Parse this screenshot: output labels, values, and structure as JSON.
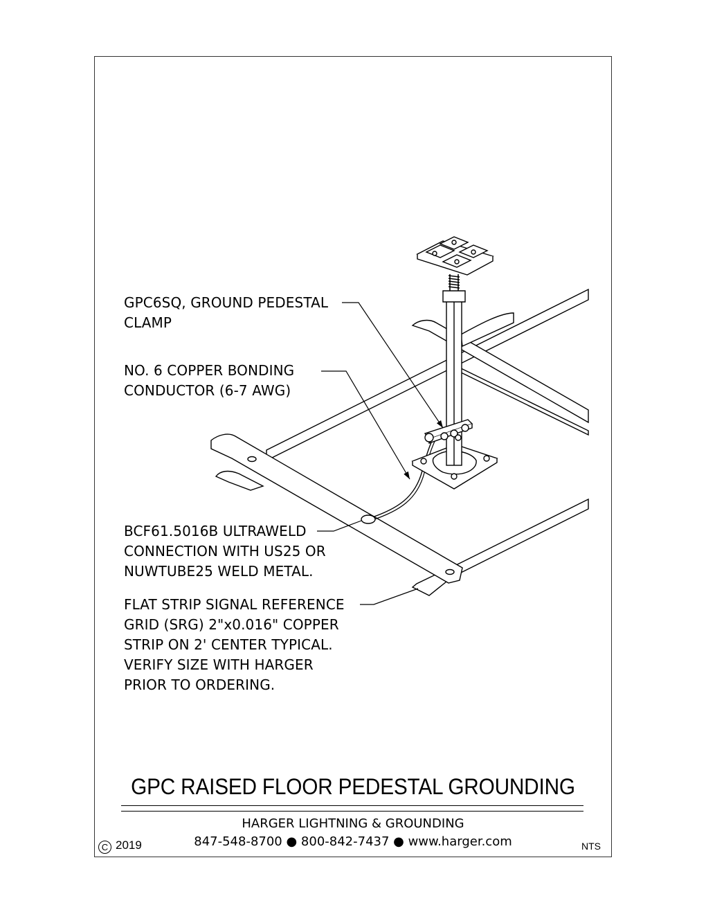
{
  "callouts": {
    "clamp": "GPC6SQ, GROUND PEDESTAL\nCLAMP",
    "conductor": "NO. 6 COPPER BONDING\nCONDUCTOR (6-7 AWG)",
    "weld": "BCF61.5016B ULTRAWELD\nCONNECTION WITH US25 OR\nNUWTUBE25 WELD METAL.",
    "grid": "FLAT STRIP SIGNAL REFERENCE\nGRID (SRG) 2\"x0.016\" COPPER\nSTRIP ON 2' CENTER TYPICAL.\nVERIFY SIZE WITH HARGER\nPRIOR TO ORDERING."
  },
  "title": "GPC RAISED FLOOR PEDESTAL GROUNDING",
  "company": {
    "name": "HARGER LIGHTNING & GROUNDING",
    "contact": "847-548-8700 ● 800-842-7437 ● www.harger.com"
  },
  "copyright": {
    "symbol": "C",
    "year": "2019"
  },
  "scale_note": "NTS"
}
